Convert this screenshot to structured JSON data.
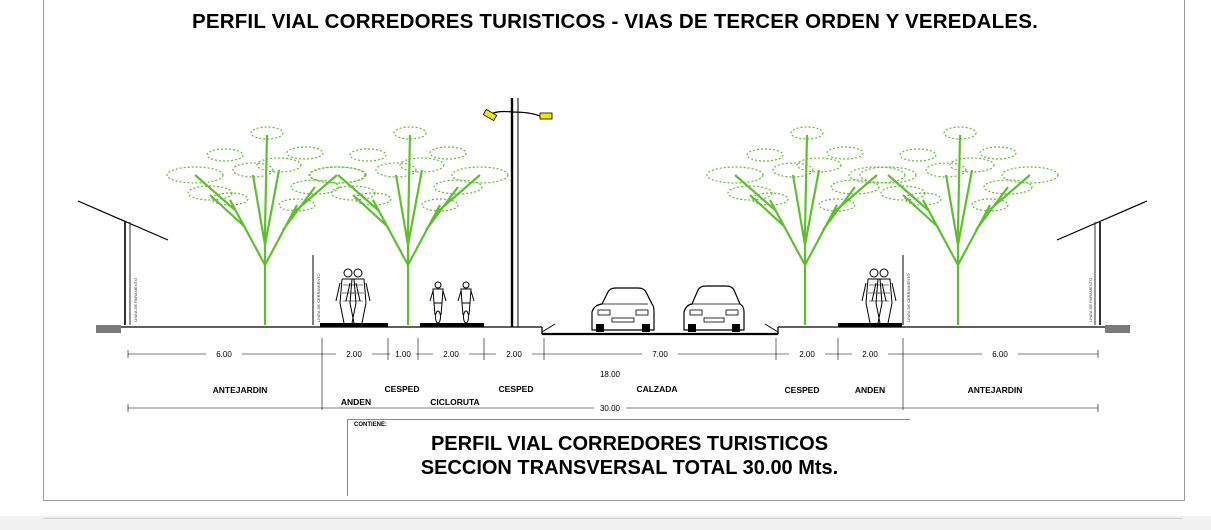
{
  "title": "PERFIL VIAL CORREDORES TURISTICOS - VIAS DE TERCER ORDEN Y VEREDALES.",
  "dimensions": {
    "antejardin_left": "6.00",
    "anden_left": "2.00",
    "cesped_left_small": "1.00",
    "cicloruta": "2.00",
    "cesped_left": "2.00",
    "calzada": "7.00",
    "cesped_right": "2.00",
    "anden_right": "2.00",
    "antejardin_right": "6.00",
    "subtotal": "18.00",
    "total": "30.00"
  },
  "labels": {
    "antejardin_left": "ANTEJARDIN",
    "cesped_left_a": "CESPED",
    "anden_left": "ANDEN",
    "cicloruta": "CICLORUTA",
    "cesped_left_b": "CESPED",
    "calzada": "CALZADA",
    "cesped_right": "CESPED",
    "anden_right": "ANDEN",
    "antejardin_right": "ANTEJARDIN"
  },
  "vertical_notes": {
    "house_left": "LINEA DE PARAMENTO",
    "anden_left": "LINEA DE CERRAMIENTO",
    "anden_right": "LINEA DE CERRAMIENTO",
    "house_right": "LINEA DE PARAMENTO"
  },
  "title_box": {
    "small_label": "CONTIENE:",
    "line1": "PERFIL VIAL CORREDORES TURISTICOS",
    "line2": "SECCION TRANSVERSAL TOTAL 30.00  Mts."
  },
  "colors": {
    "tree": "#5fbf2f",
    "ground": "#7a7a7a",
    "lamp": "#f2e600",
    "line": "#000000"
  }
}
